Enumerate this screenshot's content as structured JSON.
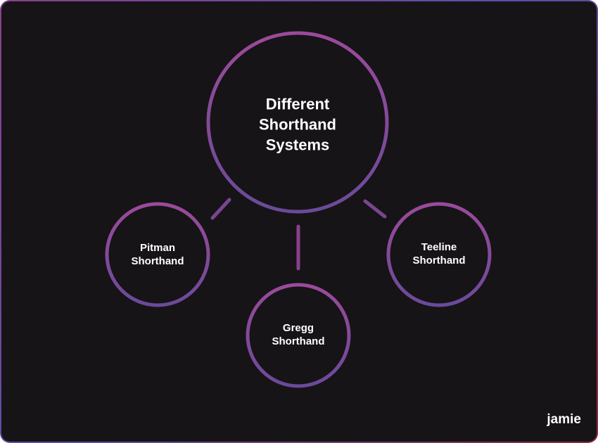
{
  "center": {
    "label": "Different Shorthand Systems"
  },
  "nodes": [
    {
      "label": "Pitman Shorthand"
    },
    {
      "label": "Gregg Shorthand"
    },
    {
      "label": "Teeline Shorthand"
    }
  ],
  "brand": "jamie",
  "colors": {
    "top": "#9b4a9b",
    "bottom": "#6a4a9a",
    "background": "#161416"
  }
}
